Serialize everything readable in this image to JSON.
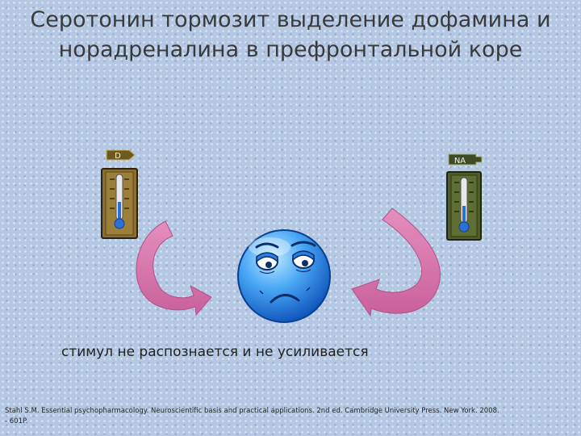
{
  "slide": {
    "title_line1": "Серотонин тормозит выделение дофамина и",
    "title_line2": "норадреналина в префронтальной коре",
    "caption": "стимул не распознается и не усиливается",
    "citation_line1": "Stahl S.M. Essential psychopharmacology. Neuroscientific basis and practical applications. 2nd ed. Cambridge University Press. New York. 2008.",
    "citation_line2": "- 601P."
  },
  "thermometers": [
    {
      "label": "D",
      "color": "#8a6e2f",
      "tag_color": "#6d5a1c"
    },
    {
      "label": "NA",
      "color": "#4f5e2c",
      "tag_color": "#3e4a22"
    }
  ],
  "arrows": {
    "color": "#d97fb0"
  },
  "face": {
    "color": "#2f8ff0",
    "icon": "sad-tired-face-icon"
  }
}
